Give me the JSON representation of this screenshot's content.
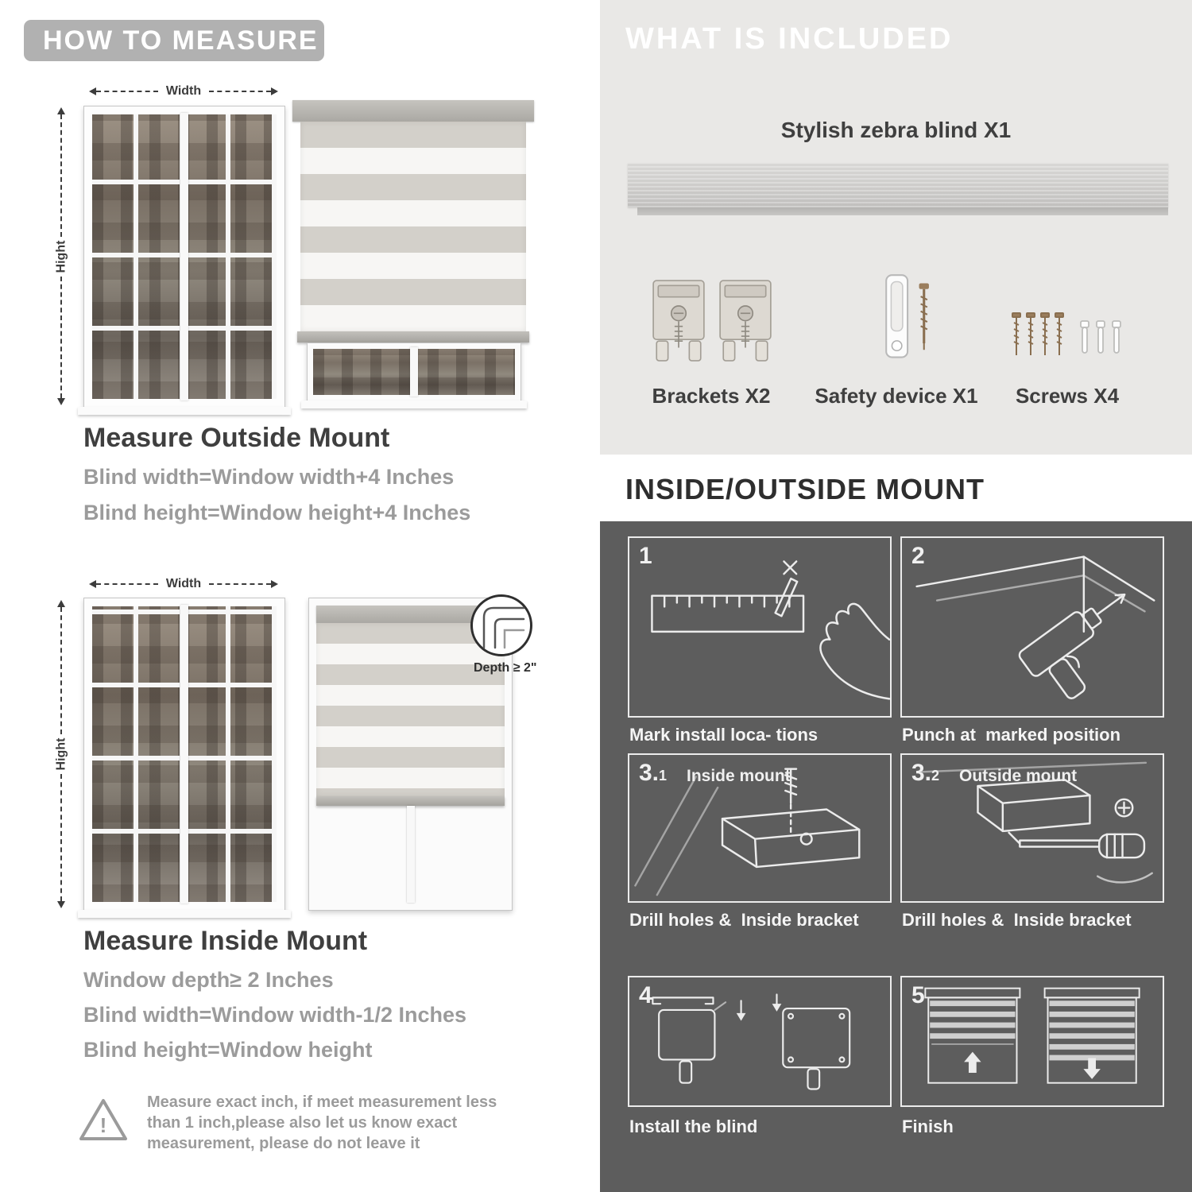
{
  "colors": {
    "header_pill_bg": "#b1b1b1",
    "heading_text": "#3f3f3f",
    "body_text": "#9b9b9b",
    "included_panel_bg": "#e9e8e6",
    "mount_panel_bg": "#5d5d5d",
    "line_art": "#ececec",
    "white": "#ffffff"
  },
  "measure": {
    "header": "HOW TO MEASURE",
    "labels": {
      "width": "Width",
      "height": "Hight",
      "depth": "Depth ≥ 2\""
    },
    "outside": {
      "title": "Measure Outside Mount",
      "lines": [
        "Blind width=Window width+4 Inches",
        "Blind height=Window height+4 Inches"
      ]
    },
    "inside": {
      "title": "Measure Inside Mount",
      "lines": [
        "Window depth≥ 2 Inches",
        "Blind width=Window width-1/2 Inches",
        "Blind height=Window height"
      ]
    },
    "note": {
      "icon": "!",
      "lines": [
        "Measure exact inch, if meet measurement less",
        "than 1 inch,please also let us know exact",
        "measurement, please do not leave it"
      ]
    }
  },
  "included": {
    "header": "WHAT IS INCLUDED",
    "blind_label": "Stylish zebra blind X1",
    "items": [
      {
        "label": "Brackets X2"
      },
      {
        "label": "Safety device X1"
      },
      {
        "label": "Screws X4"
      }
    ]
  },
  "mount": {
    "header": "INSIDE/OUTSIDE MOUNT",
    "steps": [
      {
        "num": "1",
        "sub": "",
        "tag": "",
        "caption": "Mark install loca- tions"
      },
      {
        "num": "2",
        "sub": "",
        "tag": "",
        "caption": "Punch at  marked position"
      },
      {
        "num": "3.",
        "sub": "1",
        "tag": "Inside mount",
        "caption": "Drill holes &  Inside bracket"
      },
      {
        "num": "3.",
        "sub": "2",
        "tag": "Outside mount",
        "caption": "Drill holes &  Inside bracket"
      },
      {
        "num": "4",
        "sub": "",
        "tag": "",
        "caption": "Install the blind"
      },
      {
        "num": "5",
        "sub": "",
        "tag": "",
        "caption": "Finish"
      }
    ]
  }
}
